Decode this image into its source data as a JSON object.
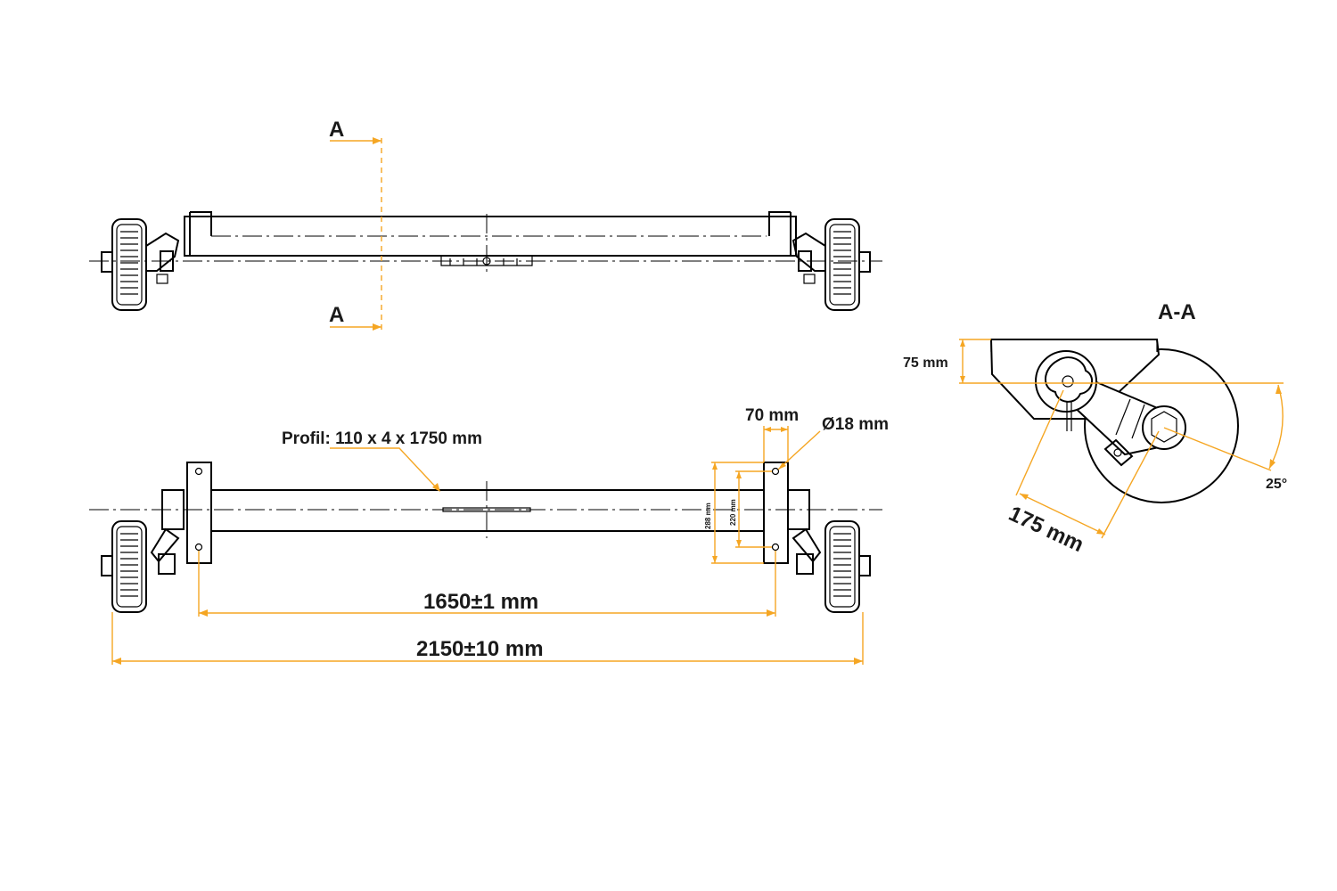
{
  "colors": {
    "dimension": "#f5a623",
    "lines": "#000000",
    "background": "#ffffff"
  },
  "top_view": {
    "section_mark_top": "A",
    "section_mark_bottom": "A"
  },
  "front_view": {
    "profile_label": "Profil: 110 x 4 x 1750 mm",
    "plate_width": "70 mm",
    "hole_diameter": "Ø18 mm",
    "outer_hole_spacing": "288 mm",
    "inner_hole_spacing": "220 mm",
    "bracket_spacing": "1650±1 mm",
    "overall_length": "2150±10 mm"
  },
  "section_view": {
    "title": "A-A",
    "plate_height": "75 mm",
    "arm_length": "175 mm",
    "arm_angle": "25°"
  }
}
